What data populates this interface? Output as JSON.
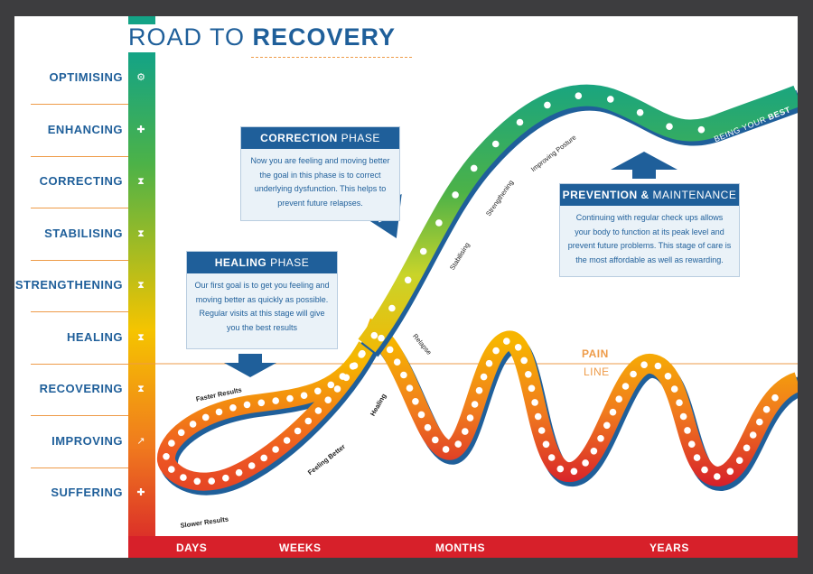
{
  "title": {
    "part1": "ROAD TO ",
    "part2": "RECOVERY"
  },
  "levels": [
    {
      "label": "OPTIMISING",
      "icon": "gears-icon",
      "glyph": "⚙"
    },
    {
      "label": "ENHANCING",
      "icon": "person-plus-icon",
      "glyph": "✚"
    },
    {
      "label": "CORRECTING",
      "icon": "hourglass-icon",
      "glyph": "⧗"
    },
    {
      "label": "STABILISING",
      "icon": "hourglass-icon",
      "glyph": "⧗"
    },
    {
      "label": "STRENGTHENING",
      "icon": "hourglass-icon",
      "glyph": "⧗"
    },
    {
      "label": "HEALING",
      "icon": "hourglass-icon",
      "glyph": "⧗"
    },
    {
      "label": "RECOVERING",
      "icon": "hourglass-icon",
      "glyph": "⧗"
    },
    {
      "label": "IMPROVING",
      "icon": "trend-chart-icon",
      "glyph": "↗"
    },
    {
      "label": "SUFFERING",
      "icon": "ambulance-icon",
      "glyph": "✚"
    }
  ],
  "time_axis": [
    "DAYS",
    "WEEKS",
    "MONTHS",
    "YEARS"
  ],
  "boxes": {
    "correction": {
      "title_bold": "CORRECTION",
      "title_rest": " PHASE",
      "text": "Now you are feeling and moving better the goal in this phase is to correct underlying dysfunction. This helps to prevent future relapses."
    },
    "healing": {
      "title_bold": "HEALING",
      "title_rest": " PHASE",
      "text": "Our first goal is to get you  feeling and moving better as quickly as possible. Regular visits at this stage will give you the best results"
    },
    "prevention": {
      "title_bold": "PREVENTION &",
      "title_rest": " MAINTENANCE",
      "text": "Continuing with regular check ups allows your body to function at its peak level and prevent future problems. This stage of care is the most affordable as well as rewarding."
    }
  },
  "pain_line": {
    "top": "PAIN",
    "bottom": "LINE"
  },
  "path_labels": {
    "faster": "Faster Results",
    "slower": "Slower Results",
    "feeling_better": "Feeling Better",
    "healing": "Healing",
    "relapse": "Relapse",
    "stabilising": "Stabilising",
    "strengthening": "Strengthening",
    "improving_posture": "Improving Posture",
    "being_your": "BEING YOUR ",
    "best": "BEST"
  },
  "colors": {
    "blue": "#1f5f9a",
    "orange": "#ee9b48",
    "red": "#d7202a",
    "yellow": "#f5c400",
    "green": "#1aa27a"
  }
}
